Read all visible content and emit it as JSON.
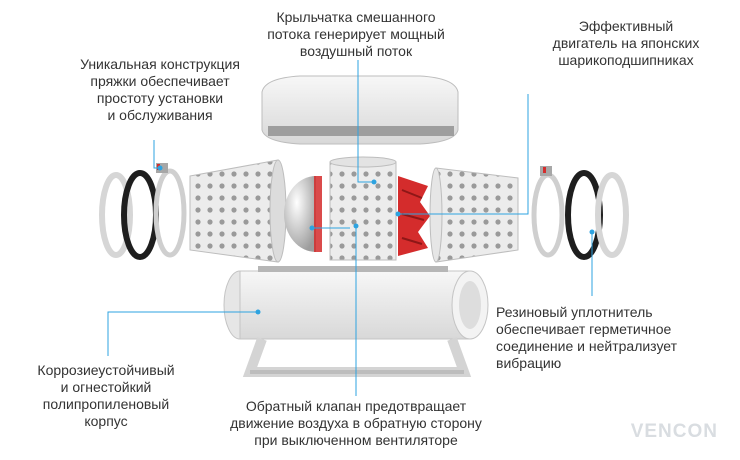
{
  "annotations": {
    "impeller": "Крыльчатка смешанного\nпотока генерирует мощный\nвоздушный поток",
    "motor": "Эффективный\nдвигатель на японских\nшарикоподшипниках",
    "buckle": "Уникальная конструкция\nпряжки обеспечивает\nпростоту установки\nи обслуживания",
    "seal": "Резиновый уплотнитель\nобеспечивает герметичное\nсоединение и нейтрализует\nвибрацию",
    "housing": "Коррозиеустойчивый\nи огнестойкий\nполипропиленовый\nкорпус",
    "valve": "Обратный клапан предотвращает\nдвижение воздуха в обратную сторону\nпри выключенном вентиляторе"
  },
  "brand": {
    "logo_text": "VENCON"
  },
  "colors": {
    "leader_line": "#2ea3e0",
    "impeller_red": "#d42c2c",
    "seal_black": "#1e1e1e",
    "housing_light": "#eeeeee"
  }
}
